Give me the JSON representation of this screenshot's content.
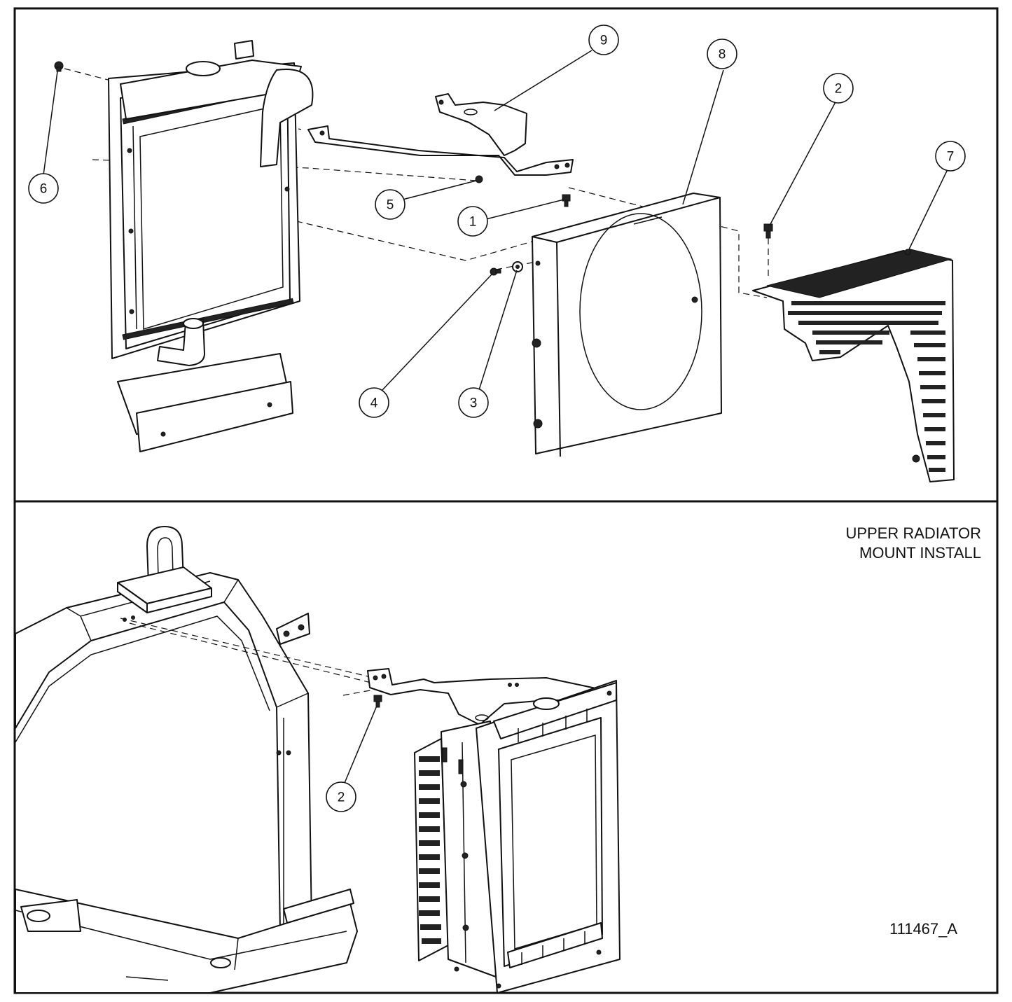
{
  "callouts_top": [
    {
      "id": "callout-1",
      "number": "1"
    },
    {
      "id": "callout-2",
      "number": "2"
    },
    {
      "id": "callout-3",
      "number": "3"
    },
    {
      "id": "callout-4",
      "number": "4"
    },
    {
      "id": "callout-5",
      "number": "5"
    },
    {
      "id": "callout-6",
      "number": "6"
    },
    {
      "id": "callout-7",
      "number": "7"
    },
    {
      "id": "callout-8",
      "number": "8"
    },
    {
      "id": "callout-9",
      "number": "9"
    }
  ],
  "callouts_bottom": [
    {
      "id": "callout-2-lower",
      "number": "2"
    }
  ],
  "caption": {
    "line1": "UPPER RADIATOR",
    "line2": "MOUNT INSTALL"
  },
  "document_number": "111467_A"
}
